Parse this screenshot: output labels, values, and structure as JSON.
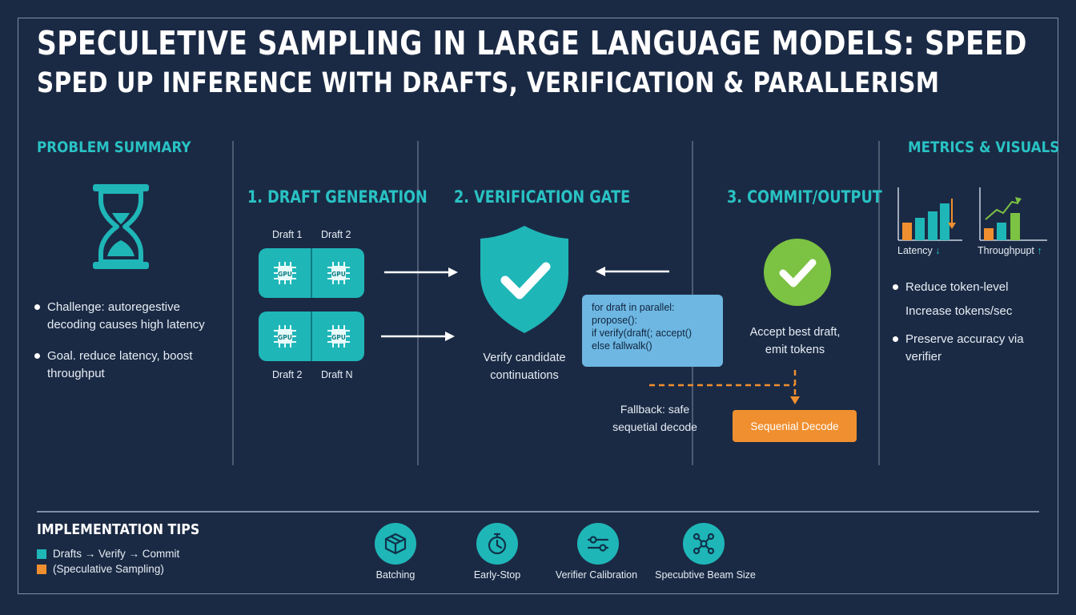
{
  "header": {
    "title": "SPECULETIVE SAMPLING IN LARGE LANGUAGE MODELS: SPEED",
    "subtitle": "SPED UP INFERENCE WITH DRAFTS, VERIFICATION & PARALLERISM"
  },
  "problem": {
    "heading": "PROBLEM SUMMARY",
    "icon": "hourglass-icon",
    "bullets": [
      "Challenge: autoregestive decoding causes high latency",
      "Goal. reduce latency, boost throughput"
    ]
  },
  "draft": {
    "heading": "1. DRAFT GENERATION",
    "top_labels": [
      "Draft 1",
      "Draft 2"
    ],
    "bottom_labels": [
      "Draft 2",
      "Draft N"
    ],
    "chip_text": "GPU"
  },
  "verify": {
    "heading": "2. VERIFICATION GATE",
    "icon": "shield-check-icon",
    "caption": "Verify candidate continuations",
    "code_lines": [
      "for draft in parallel:",
      "propose():",
      "if verify(draft(; accept()",
      "else fallwalk()"
    ],
    "fallback": "Fallback: safe sequetial decode"
  },
  "commit": {
    "heading": "3. COMMIT/OUTPUT",
    "icon": "check-circle-icon",
    "caption": "Accept best draft, emit tokens",
    "button": "Sequenial Decode"
  },
  "metrics": {
    "heading": "METRICS & VISUALS",
    "latency_label": "Latency",
    "latency_arrow": "↓",
    "throughput_label": "Throughpupt",
    "throughput_arrow": "↑",
    "bullets": [
      "Reduce token-level",
      "Increase tokens/sec",
      "Preserve accuracy via verifier"
    ]
  },
  "tips": {
    "heading": "IMPLEMENTATION TIPS",
    "legend": [
      "Drafts → Verify → Commit",
      "(Speculative Sampling)"
    ],
    "items": [
      {
        "label": "Batching",
        "icon": "box-icon"
      },
      {
        "label": "Early-Stop",
        "icon": "stopwatch-icon"
      },
      {
        "label": "Verifier Calibration",
        "icon": "sliders-icon"
      },
      {
        "label": "Specubtive Beam Size",
        "icon": "network-icon"
      }
    ]
  },
  "colors": {
    "background": "#1b2a44",
    "teal": "#29c2c4",
    "orange": "#f08f2f",
    "green": "#7cc243",
    "code_box": "#6eb7e3"
  }
}
